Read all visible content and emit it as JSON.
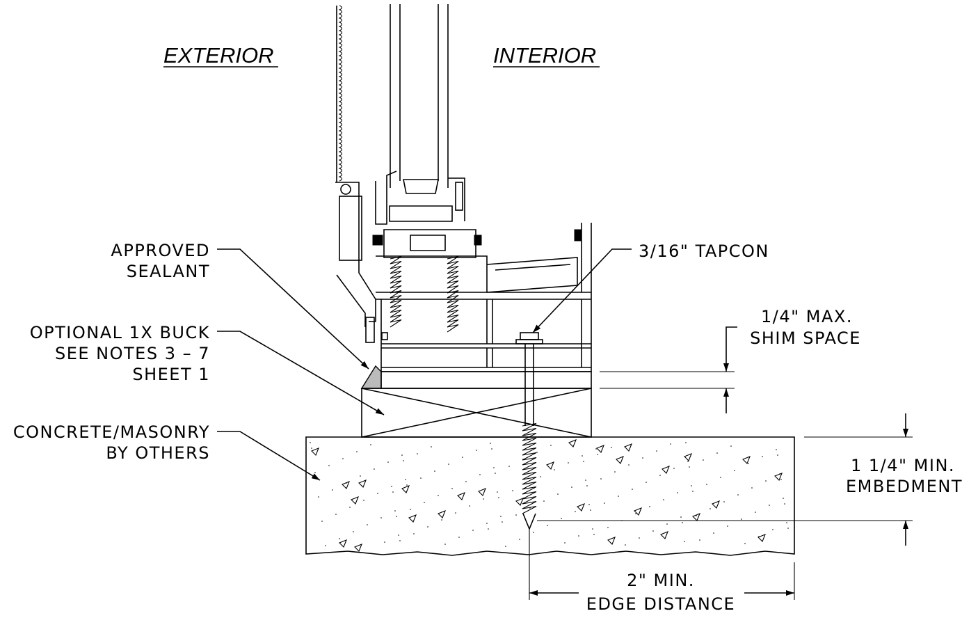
{
  "titles": {
    "exterior": "EXTERIOR",
    "interior": "INTERIOR"
  },
  "callouts": {
    "sealant": [
      "APPROVED",
      "SEALANT"
    ],
    "buck": [
      "OPTIONAL 1X BUCK",
      "SEE NOTES 3 – 7",
      "SHEET 1"
    ],
    "concrete": [
      "CONCRETE/MASONRY",
      "BY OTHERS"
    ],
    "tapcon": "3/16\" TAPCON"
  },
  "dimensions": {
    "shim": [
      "1/4\" MAX.",
      "SHIM SPACE"
    ],
    "embedment": [
      "1 1/4\" MIN.",
      "EMBEDMENT"
    ],
    "edge": [
      "2\" MIN.",
      "EDGE DISTANCE"
    ]
  }
}
